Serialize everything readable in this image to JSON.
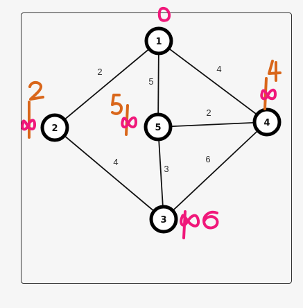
{
  "graph": {
    "nodes": [
      {
        "id": "1",
        "label": "1"
      },
      {
        "id": "2",
        "label": "2"
      },
      {
        "id": "3",
        "label": "3"
      },
      {
        "id": "4",
        "label": "4"
      },
      {
        "id": "5",
        "label": "5"
      }
    ],
    "edges": [
      {
        "from": "1",
        "to": "2",
        "weight": "2"
      },
      {
        "from": "1",
        "to": "5",
        "weight": "5"
      },
      {
        "from": "1",
        "to": "4",
        "weight": "4"
      },
      {
        "from": "5",
        "to": "4",
        "weight": "2"
      },
      {
        "from": "2",
        "to": "3",
        "weight": "4"
      },
      {
        "from": "5",
        "to": "3",
        "weight": "3"
      },
      {
        "from": "4",
        "to": "3",
        "weight": "6"
      }
    ]
  },
  "annotations": {
    "colors": {
      "pink": "#f0187a",
      "orange": "#d9661a"
    },
    "node1": {
      "distance": "0"
    },
    "node2": {
      "distance": "2",
      "tentative": "∞"
    },
    "node5": {
      "distance": "5",
      "tentative": "∞"
    },
    "node4": {
      "distance": "4",
      "tentative": "∞"
    },
    "node3": {
      "tentative": "∞6"
    }
  }
}
